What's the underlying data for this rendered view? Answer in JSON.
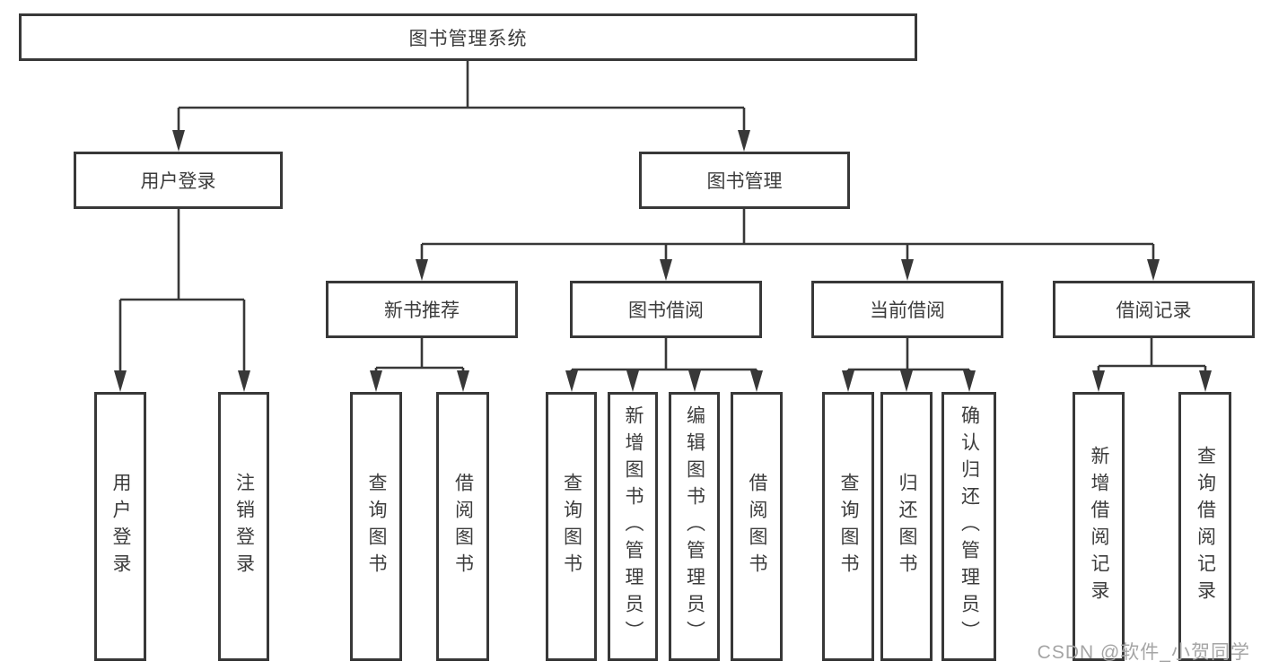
{
  "diagram": {
    "root": {
      "label": "图书管理系统"
    },
    "branches": [
      {
        "label": "用户登录",
        "leaves": [
          {
            "label": "用户登录"
          },
          {
            "label": "注销登录"
          }
        ]
      },
      {
        "label": "图书管理",
        "groups": [
          {
            "label": "新书推荐",
            "leaves": [
              {
                "label": "查询图书"
              },
              {
                "label": "借阅图书"
              }
            ]
          },
          {
            "label": "图书借阅",
            "leaves": [
              {
                "label": "查询图书"
              },
              {
                "label": "新增图书（管理员）"
              },
              {
                "label": "编辑图书（管理员）"
              },
              {
                "label": "借阅图书"
              }
            ]
          },
          {
            "label": "当前借阅",
            "leaves": [
              {
                "label": "查询图书"
              },
              {
                "label": "归还图书"
              },
              {
                "label": "确认归还（管理员）"
              }
            ]
          },
          {
            "label": "借阅记录",
            "leaves": [
              {
                "label": "新增借阅记录"
              },
              {
                "label": "查询借阅记录"
              }
            ]
          }
        ]
      }
    ]
  },
  "watermark": {
    "text": "CSDN @软件_小贺同学"
  },
  "colors": {
    "line": "#383838",
    "text": "#3c3c3c",
    "watermark": "#a5a5a5",
    "background": "#ffffff"
  }
}
